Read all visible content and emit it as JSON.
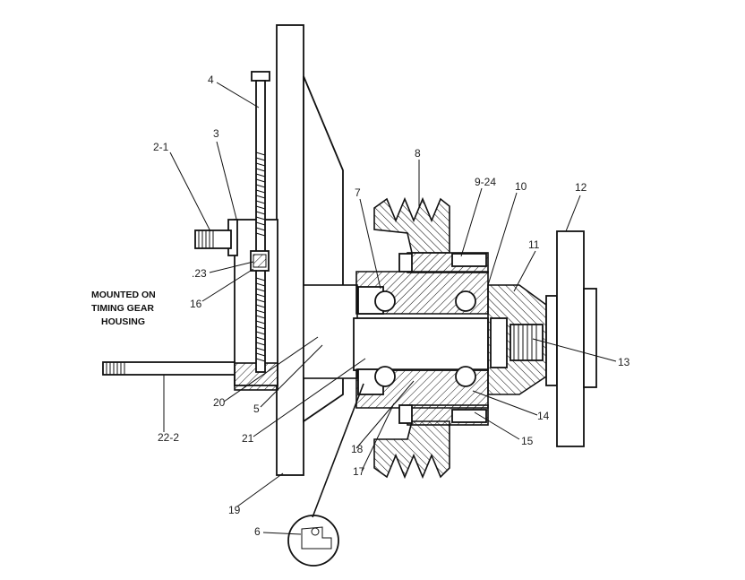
{
  "note": {
    "line1": "MOUNTED ON",
    "line2": "TIMING GEAR",
    "line3": "HOUSING"
  },
  "callouts": {
    "c4": "4",
    "c2_1": "2-1",
    "c3": "3",
    "c23": ".23",
    "c16": "16",
    "c8": "8",
    "c9_24": "9-24",
    "c10": "10",
    "c12": "12",
    "c7": "7",
    "c11": "11",
    "c13": "13",
    "c20": "20",
    "c5": "5",
    "c21": "21",
    "c22_2": "22-2",
    "c18": "18",
    "c17": "17",
    "c14": "14",
    "c15": "15",
    "c19": "19",
    "c6": "6"
  }
}
